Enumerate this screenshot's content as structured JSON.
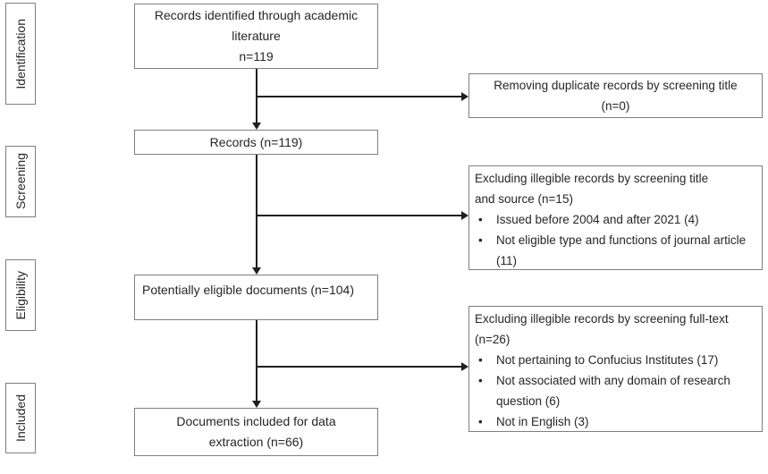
{
  "diagram": {
    "type": "prisma-flow",
    "colors": {
      "background": "#ffffff",
      "box_border": "#7f7f7f",
      "flow_line": "#1f1f1f",
      "text": "#262626"
    },
    "stages": [
      {
        "label": "Identification"
      },
      {
        "label": "Screening"
      },
      {
        "label": "Eligibility"
      },
      {
        "label": "Included"
      }
    ],
    "main_boxes": [
      {
        "text": "Records identified through academic\nliterature\nn=119"
      },
      {
        "text": "Records (n=119)"
      },
      {
        "text": "Potentially eligible documents (n=104)"
      },
      {
        "text": "Documents included for data\nextraction  (n=66)"
      }
    ],
    "side_boxes": [
      {
        "title": "Removing duplicate records by screening title\n(n=0)",
        "bullets": []
      },
      {
        "title": "Excluding illegible records by screening title\nand source (n=15)",
        "bullets": [
          "Issued before 2004 and after 2021 (4)",
          "Not eligible type and functions of journal article (11)"
        ]
      },
      {
        "title": "Excluding illegible records by screening full-text\n(n=26)",
        "bullets": [
          "Not pertaining to Confucius Institutes (17)",
          "Not associated with any domain of research question (6)",
          "Not in English (3)"
        ]
      }
    ],
    "bullet_glyph": "•"
  }
}
